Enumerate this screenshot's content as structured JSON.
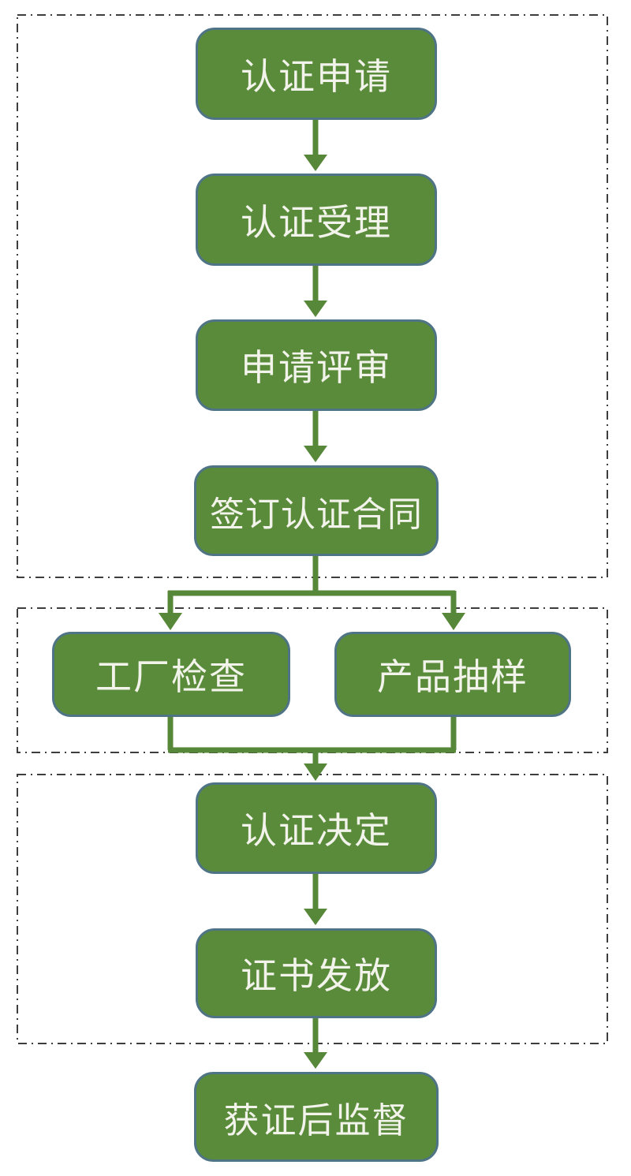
{
  "diagram": {
    "type": "flowchart",
    "direction": "top-down",
    "language": "zh-CN",
    "nodes": [
      {
        "id": "application",
        "label": "认证申请",
        "group": "pre-certification"
      },
      {
        "id": "acceptance",
        "label": "认证受理",
        "group": "pre-certification"
      },
      {
        "id": "review",
        "label": "申请评审",
        "group": "pre-certification"
      },
      {
        "id": "contract",
        "label": "签订认证合同",
        "group": "pre-certification"
      },
      {
        "id": "factory-inspection",
        "label": "工厂检查",
        "group": "evaluation"
      },
      {
        "id": "product-sampling",
        "label": "产品抽样",
        "group": "evaluation"
      },
      {
        "id": "decision",
        "label": "认证决定",
        "group": "certification"
      },
      {
        "id": "certificate-issuance",
        "label": "证书发放",
        "group": "certification"
      },
      {
        "id": "post-cert-supervision",
        "label": "获证后监督",
        "group": null
      }
    ],
    "edges": [
      {
        "from": "application",
        "to": "acceptance"
      },
      {
        "from": "acceptance",
        "to": "review"
      },
      {
        "from": "review",
        "to": "contract"
      },
      {
        "from": "contract",
        "to": "factory-inspection"
      },
      {
        "from": "contract",
        "to": "product-sampling"
      },
      {
        "from": "factory-inspection",
        "to": "decision"
      },
      {
        "from": "product-sampling",
        "to": "decision"
      },
      {
        "from": "decision",
        "to": "certificate-issuance"
      },
      {
        "from": "certificate-issuance",
        "to": "post-cert-supervision"
      }
    ],
    "groups": [
      {
        "id": "pre-certification",
        "border_style": "dash-dot"
      },
      {
        "id": "evaluation",
        "border_style": "dash-dot"
      },
      {
        "id": "certification",
        "border_style": "dash-dot"
      }
    ],
    "colors": {
      "node_fill": "#5a8b3a",
      "node_border": "#4e7486",
      "node_text": "#f2f3ea",
      "arrow": "#578738",
      "group_border": "#3d3d3d",
      "background": "#ffffff"
    }
  }
}
